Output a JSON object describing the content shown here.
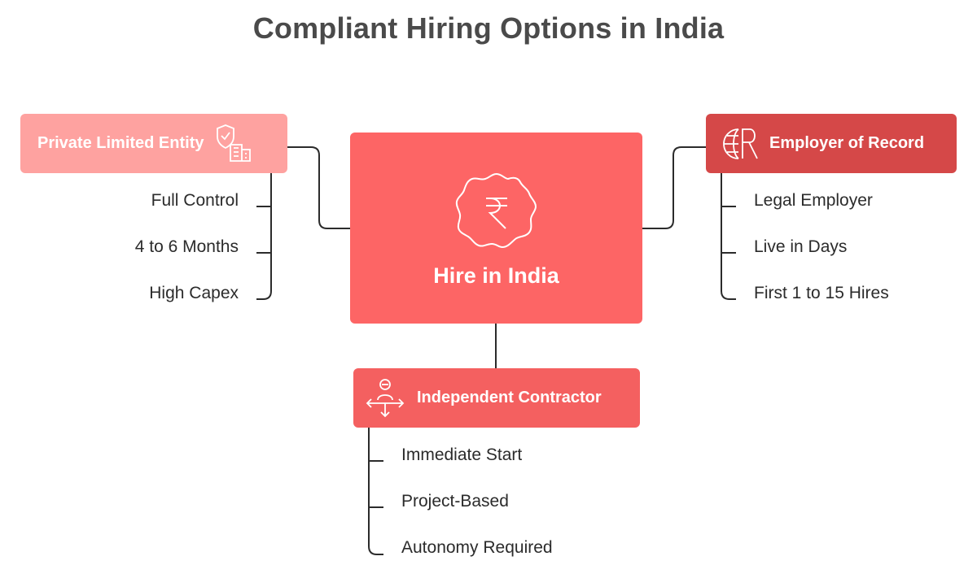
{
  "title": "Compliant Hiring Options in India",
  "center": {
    "label": "Hire in India",
    "icon": "rupee-badge-icon"
  },
  "branches": {
    "private_entity": {
      "label": "Private Limited Entity",
      "icon": "shield-building-icon",
      "items": [
        "Full Control",
        "4 to 6 Months",
        "High Capex"
      ]
    },
    "employer_of_record": {
      "label": "Employer of Record",
      "icon": "globe-r-icon",
      "items": [
        "Legal Employer",
        "Live in Days",
        "First 1 to 15 Hires"
      ]
    },
    "independent_contractor": {
      "label": "Independent Contractor",
      "icon": "person-arrows-icon",
      "items": [
        "Immediate Start",
        "Project-Based",
        "Autonomy Required"
      ]
    }
  },
  "colors": {
    "center": "#fd6565",
    "private_entity": "#fea2a0",
    "employer_of_record": "#d54848",
    "independent_contractor": "#f46060",
    "connector": "#2b2b2b"
  }
}
